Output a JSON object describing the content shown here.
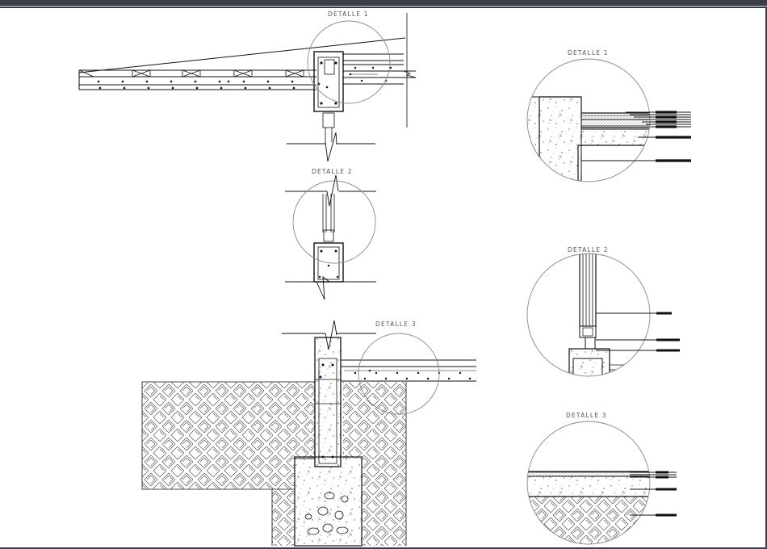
{
  "labels": {
    "detail_1": "DETALLE 1",
    "detail_2": "DETALLE 2",
    "detail_3": "DETALLE 3",
    "zoom_detail_1": "DETALLE 1",
    "zoom_detail_2": "DETALLE 2",
    "zoom_detail_3": "DETALLE 3"
  },
  "colors": {
    "line": "#111111",
    "hatch": "#555555",
    "circle": "#888888",
    "rebar": "#1a237e",
    "topbar": "#3a3f47"
  }
}
